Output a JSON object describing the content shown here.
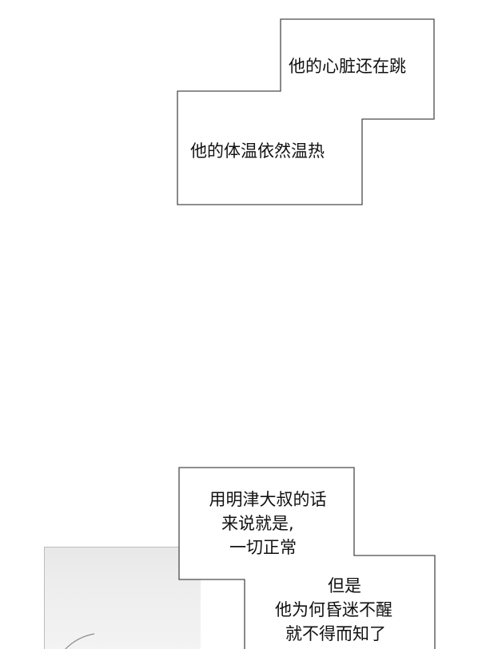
{
  "captions": {
    "box1": {
      "line1": "他的心脏还在跳",
      "line2": "他的体温依然温热"
    },
    "box2": {
      "line1": "用明津大叔的话",
      "line2": "来说就是,",
      "line3": "一切正常",
      "line4": "但是",
      "line5": "他为何昏迷不醒",
      "line6": "就不得而知了"
    }
  },
  "colors": {
    "border": "#4a4a4a",
    "text": "#111111",
    "background": "#ffffff"
  }
}
